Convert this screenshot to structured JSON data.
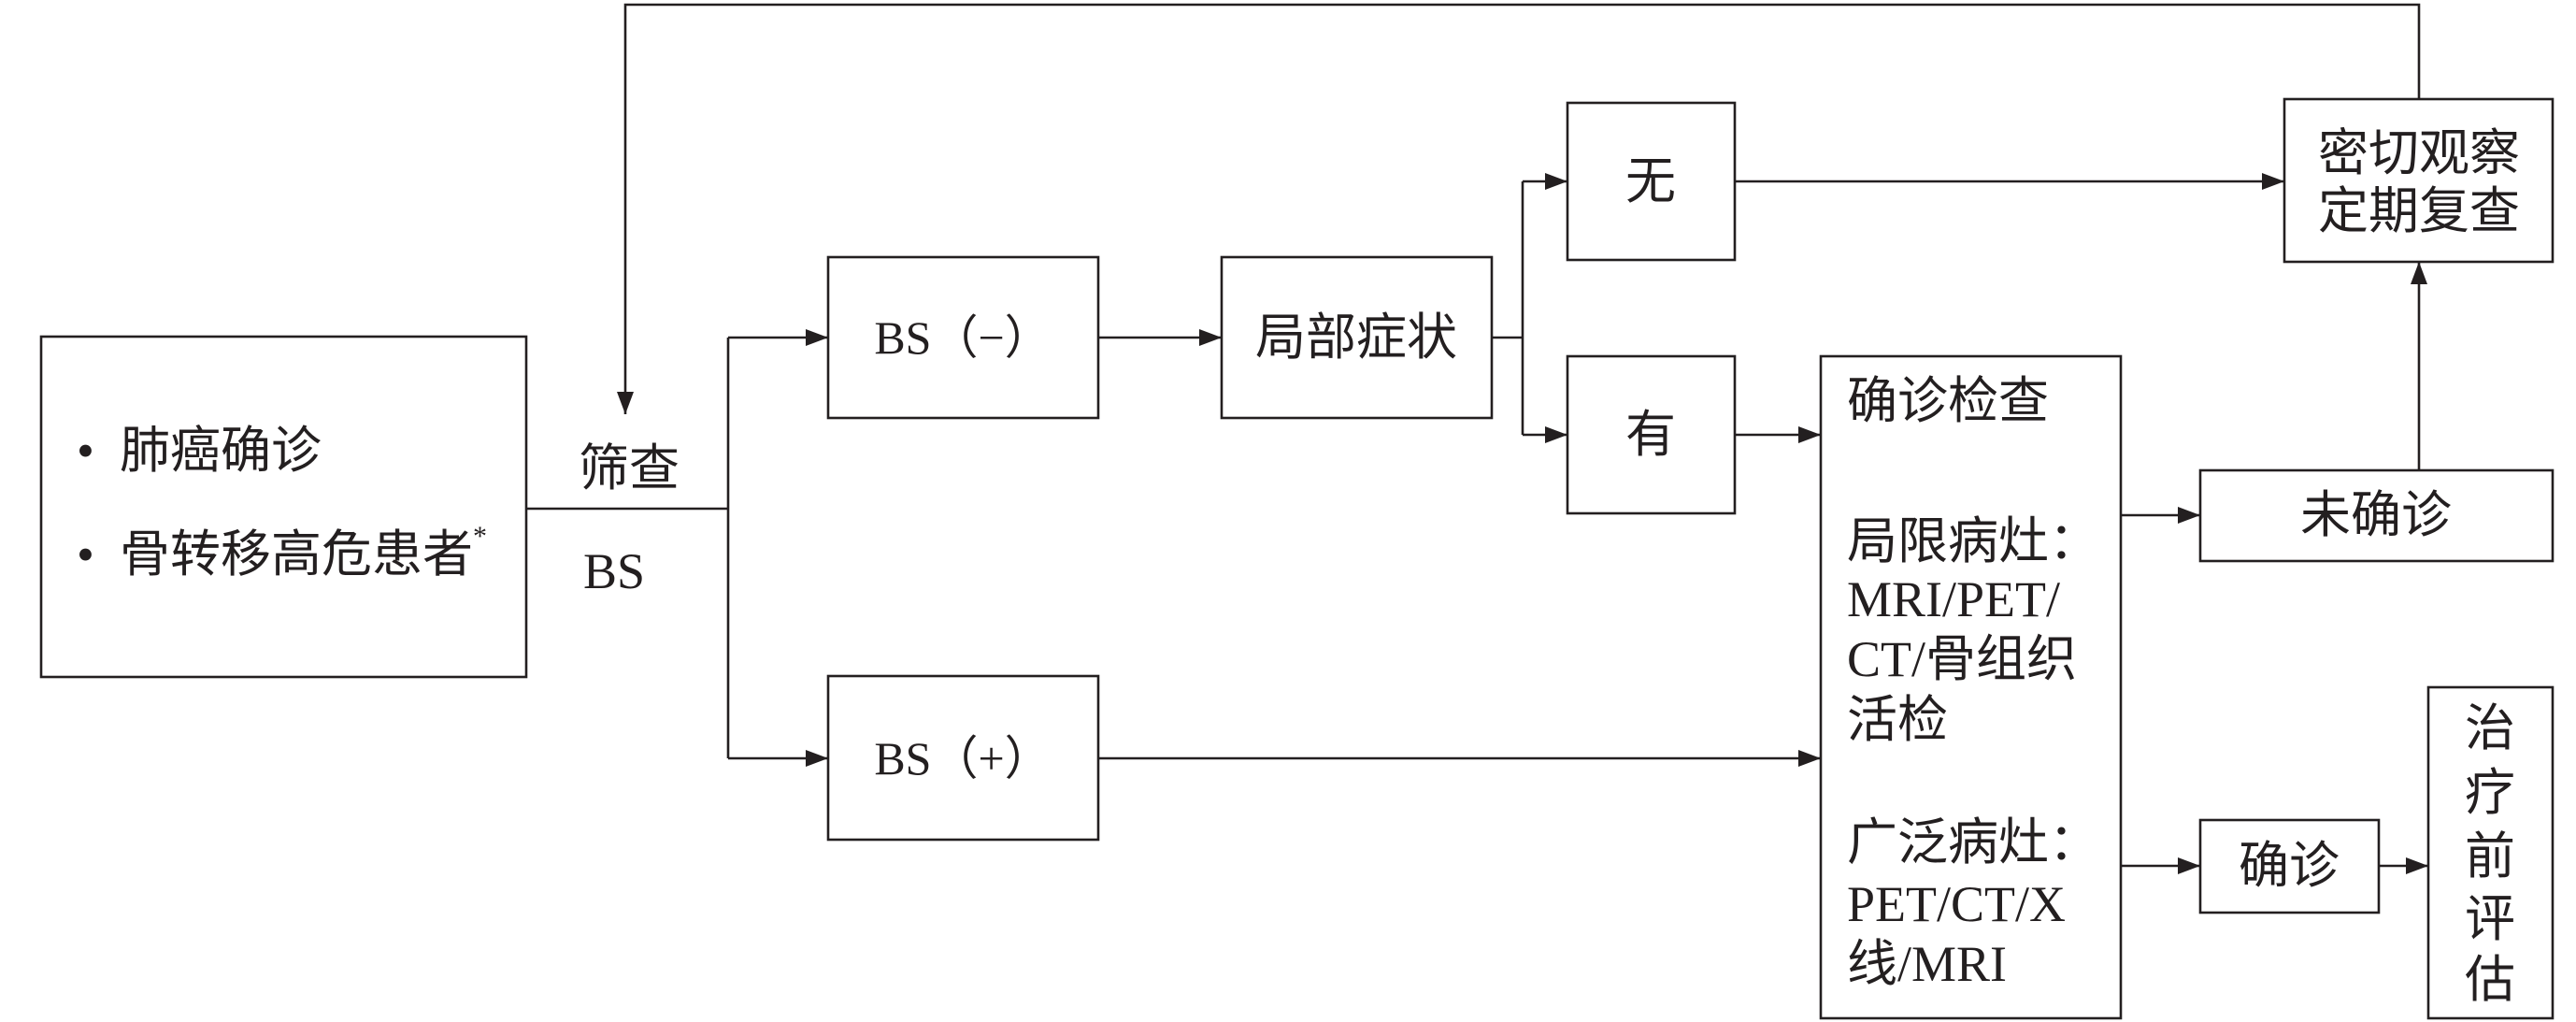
{
  "style": {
    "line_color": "#231f20",
    "background": "#ffffff"
  },
  "nodes": {
    "start": {
      "bullet_symbol": "•",
      "bullets": [
        {
          "text": "肺癌确诊"
        },
        {
          "text": "骨转移高危患者",
          "mark": "*"
        }
      ]
    },
    "screening": {
      "label": "筛查",
      "method": "BS"
    },
    "bs_negative": {
      "label": "BS（−）"
    },
    "local_symptoms": {
      "label": "局部症状"
    },
    "symptom_none": {
      "label": "无"
    },
    "symptom_present": {
      "label": "有"
    },
    "observe": {
      "lines": [
        "密切观察",
        "定期复查"
      ]
    },
    "bs_positive": {
      "label": "BS（+）"
    },
    "confirm_exam": {
      "title": "确诊检查",
      "localized": {
        "label": "局限病灶：",
        "lines": [
          "MRI/PET/",
          "CT/骨组织",
          "活检"
        ]
      },
      "extensive": {
        "label": "广泛病灶：",
        "lines": [
          "PET/CT/X",
          "线/MRI"
        ]
      }
    },
    "not_confirmed": {
      "label": "未确诊"
    },
    "confirmed": {
      "label": "确诊"
    },
    "pre_treatment": {
      "lines": [
        "治",
        "疗",
        "前",
        "评",
        "估"
      ]
    }
  }
}
